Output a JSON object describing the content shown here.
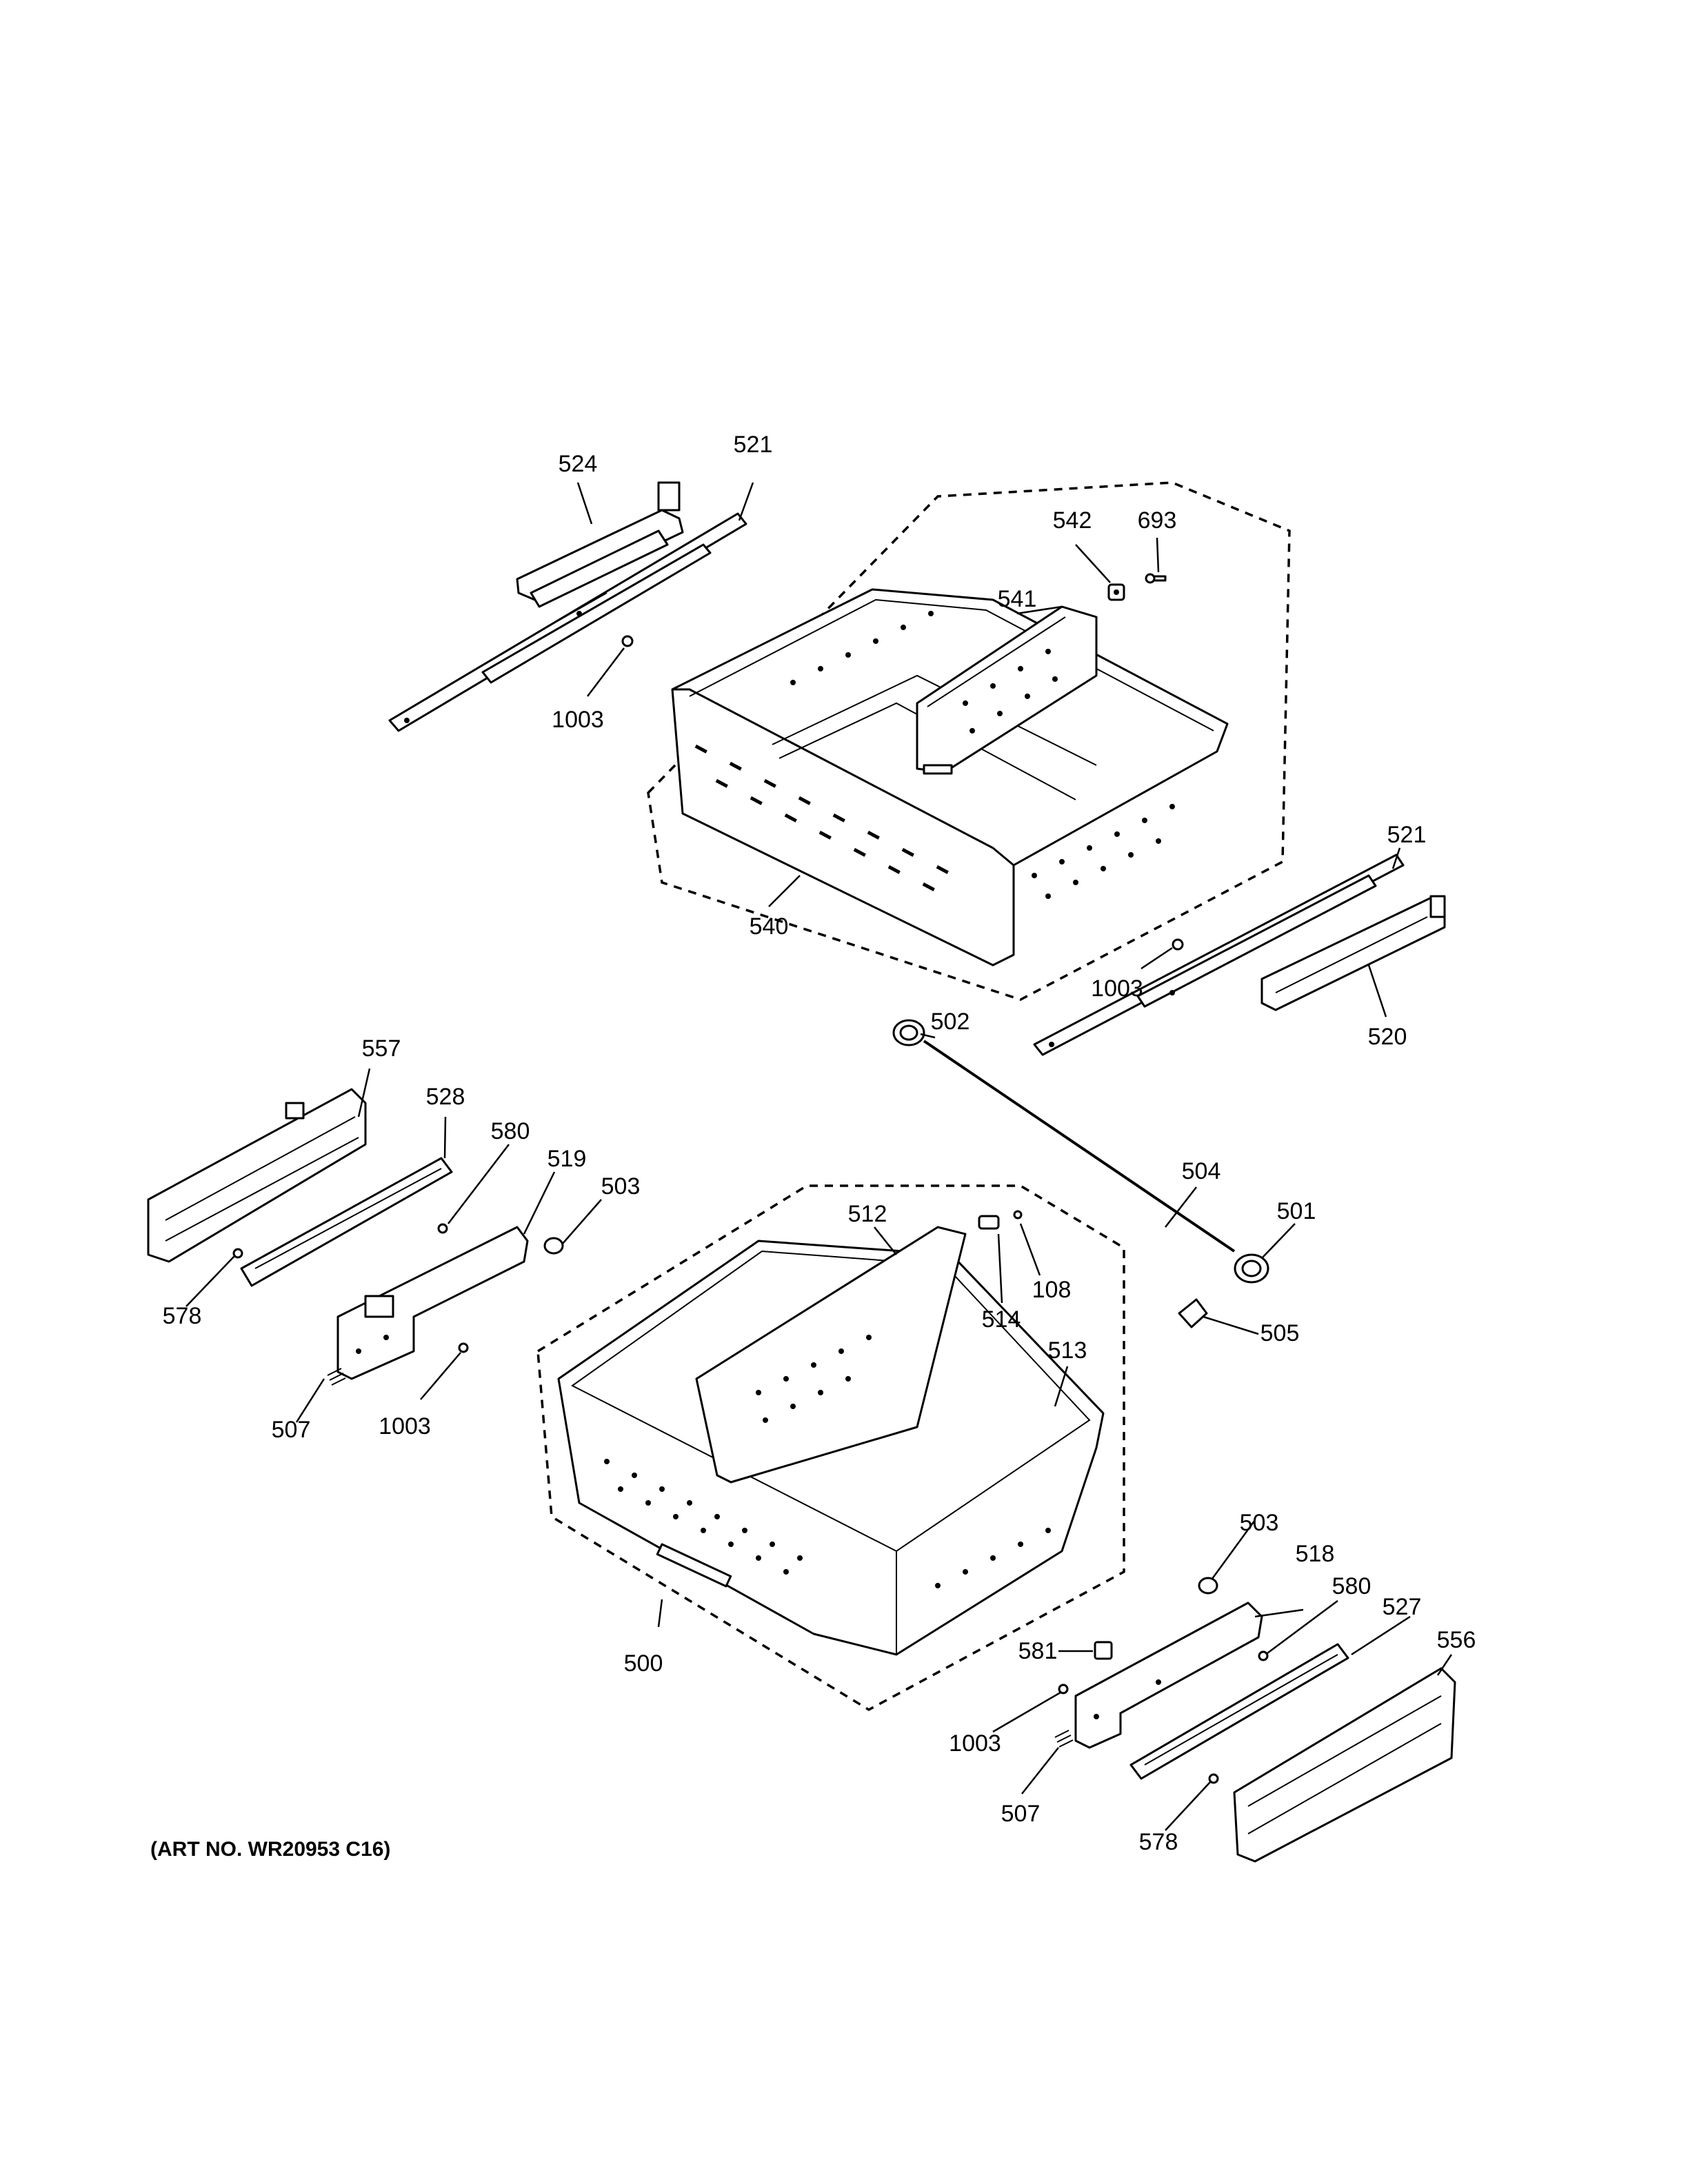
{
  "callouts": {
    "c524": "524",
    "c521_top": "521",
    "c542": "542",
    "c693": "693",
    "c541": "541",
    "c1003_a": "1003",
    "c540": "540",
    "c521_right": "521",
    "c1003_b": "1003",
    "c520": "520",
    "c502": "502",
    "c557": "557",
    "c528": "528",
    "c580_a": "580",
    "c519": "519",
    "c503_a": "503",
    "c504": "504",
    "c501": "501",
    "c512": "512",
    "c514": "514",
    "c108": "108",
    "c513": "513",
    "c505": "505",
    "c578_a": "578",
    "c507_a": "507",
    "c1003_c": "1003",
    "c500": "500",
    "c503_b": "503",
    "c518": "518",
    "c580_b": "580",
    "c527": "527",
    "c556": "556",
    "c581": "581",
    "c1003_d": "1003",
    "c507_b": "507",
    "c578_b": "578"
  },
  "art_number": "(ART NO. WR20953 C16)"
}
